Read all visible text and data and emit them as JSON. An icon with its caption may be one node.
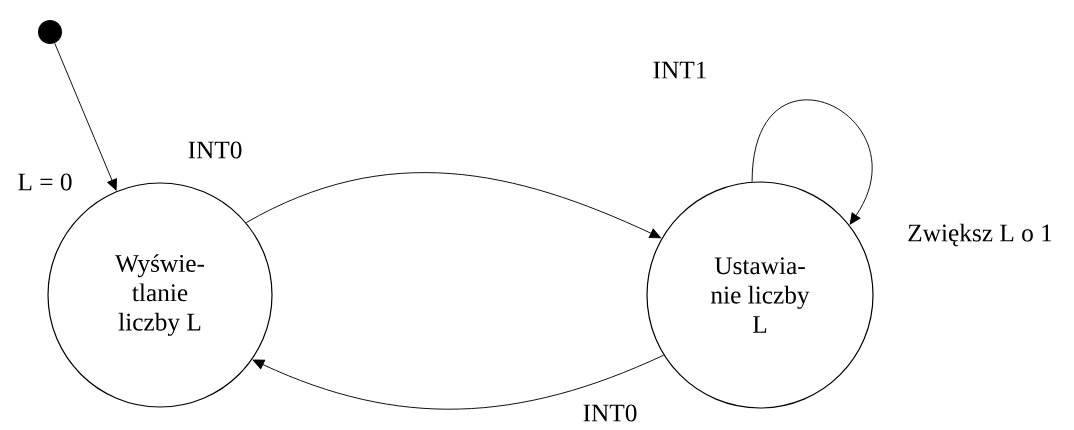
{
  "diagram": {
    "nodes": [
      {
        "text": [],
        "shape": "circle"
      },
      {
        "text": [
          "Wyświe- tlanie liczby L"
        ]
      },
      {
        "text": [
          "Ustawia- nie liczby L"
        ]
      }
    ],
    "edges": [
      {
        "from": 0,
        "to": 1,
        "arrow": "to",
        "label": "L = 0"
      },
      {
        "from": 1,
        "to": 2,
        "arrow": "to",
        "label": "INT0"
      },
      {
        "from": 2,
        "to": 2,
        "arrow": "to",
        "label": "INT1"
      },
      {
        "from": 2,
        "to": 1,
        "arrow": "to",
        "label": "INT0"
      }
    ],
    "labels": [
      "Zwiększ L o 1"
    ]
  }
}
